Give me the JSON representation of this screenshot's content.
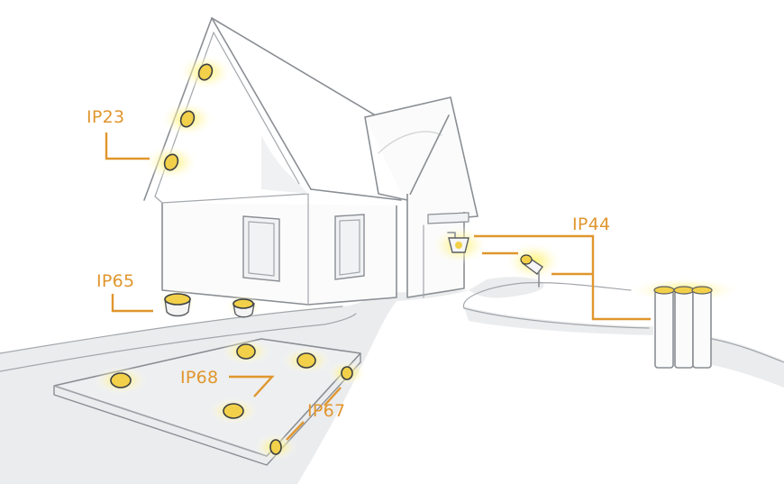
{
  "labels": {
    "ip23": "IP23",
    "ip44": "IP44",
    "ip65": "IP65",
    "ip68": "IP68",
    "ip67": "IP67"
  },
  "colors": {
    "label": "#e0962e",
    "glow": "#fff36a",
    "outline": "#8a8e93",
    "ground": "#e9eaec"
  }
}
